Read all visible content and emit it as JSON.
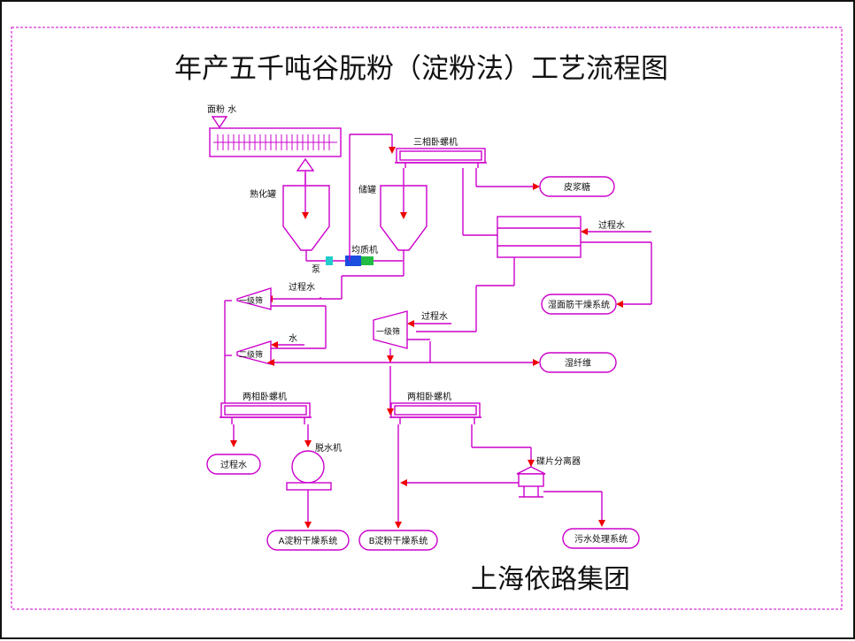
{
  "title": "年产五千吨谷朊粉（淀粉法）工艺流程图",
  "company": "上海依路集团",
  "colors": {
    "line": "#cc00cc",
    "arrow": "#ee0000",
    "border": "#cc00cc",
    "text": "#111111",
    "pump_blue": "#1a4de0",
    "pump_green": "#22bb44",
    "pump_cyan": "#22cccc"
  },
  "labels": {
    "flour_water": "面粉 水",
    "mixing_tank": "熟化罐",
    "storage_tank": "储罐",
    "pump": "泵",
    "homogenizer": "均质机",
    "decanter3": "三相卧螺机",
    "process_water_1": "过程水",
    "process_water_2": "过程水",
    "process_water_3": "过程水",
    "water": "水",
    "screen1_left": "一级筛",
    "screen2_left": "二级筛",
    "screen1_right": "一级筛",
    "decanter2_left": "两相卧螺机",
    "decanter2_right": "两相卧螺机",
    "dewater": "脱水机",
    "disc_sep": "碟片分离器"
  },
  "outputs": {
    "waste_syrup": "皮浆糖",
    "wet_gluten": "湿面筋干燥系统",
    "wet_fiber": "湿纤维",
    "process_water_out": "过程水",
    "a_starch": "A淀粉干燥系统",
    "b_starch": "B淀粉干燥系统",
    "wastewater": "污水处理系统"
  }
}
